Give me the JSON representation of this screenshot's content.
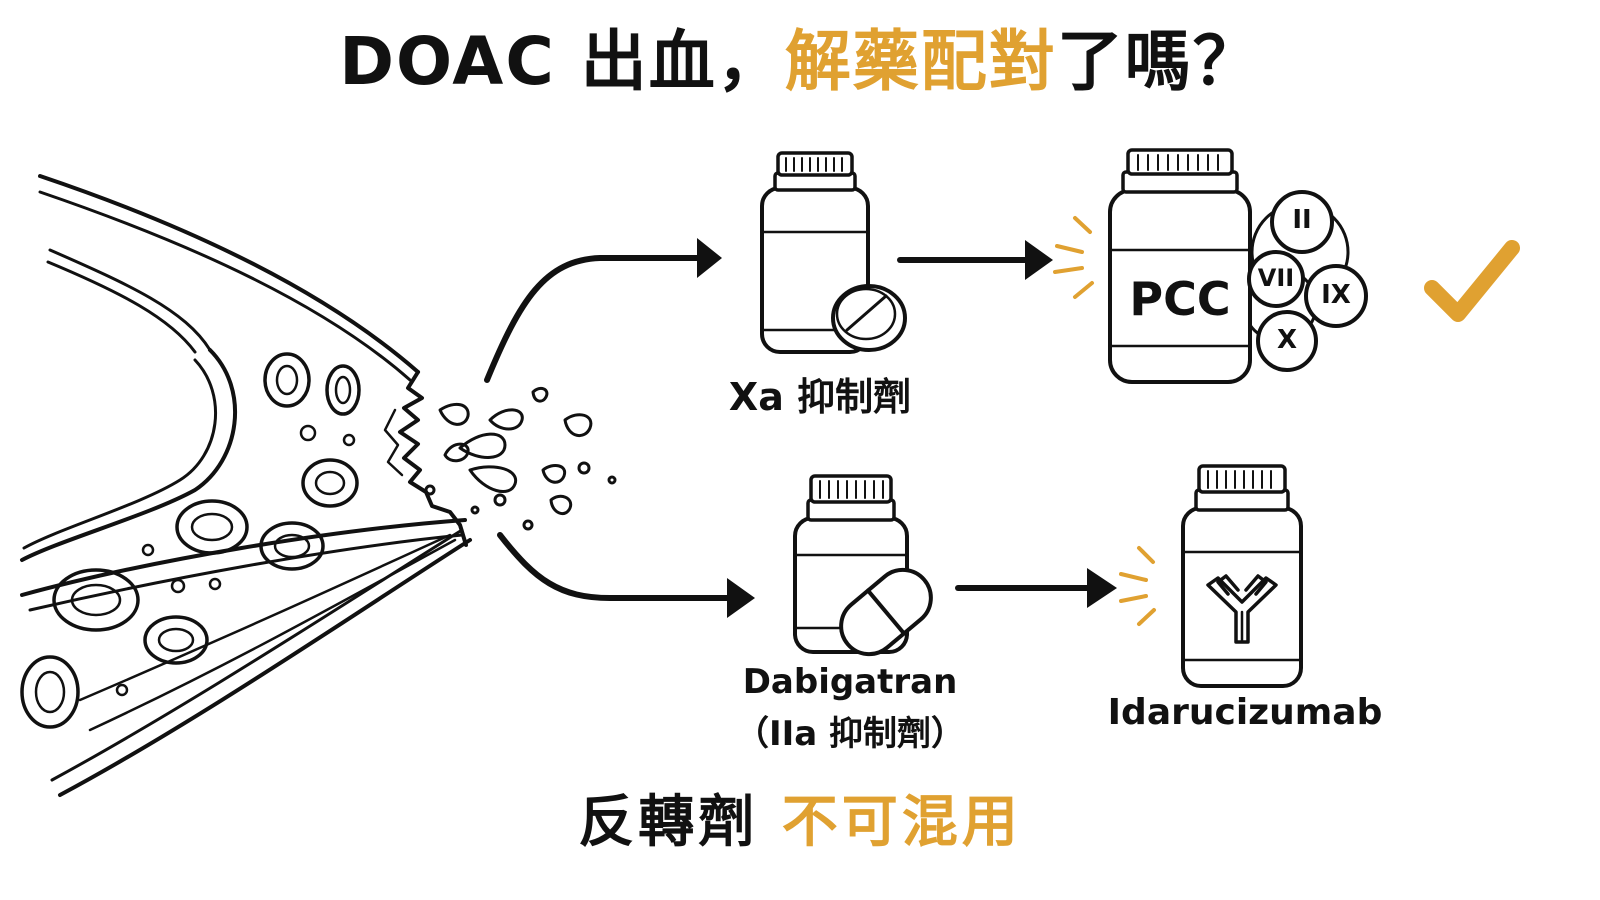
{
  "title": {
    "main": "DOAC 出血，",
    "accent": "解藥配對",
    "tail": "了嗎？"
  },
  "xa": {
    "drug_label": "Xa 抑制劑",
    "antidote": "PCC",
    "factors": [
      "II",
      "VII",
      "IX",
      "X"
    ]
  },
  "dabigatran": {
    "drug_name": "Dabigatran",
    "drug_class": "（IIa 抑制劑）",
    "antidote": "Idarucizumab"
  },
  "footer": {
    "main": "反轉劑",
    "accent": "不可混用"
  },
  "colors": {
    "accent": "#e0a131",
    "ink": "#111111"
  },
  "icons": [
    "blood-vessel-icon",
    "blood-splash-icon",
    "pill-bottle-icon",
    "tablet-icon",
    "capsule-icon",
    "antibody-icon",
    "check-icon"
  ]
}
